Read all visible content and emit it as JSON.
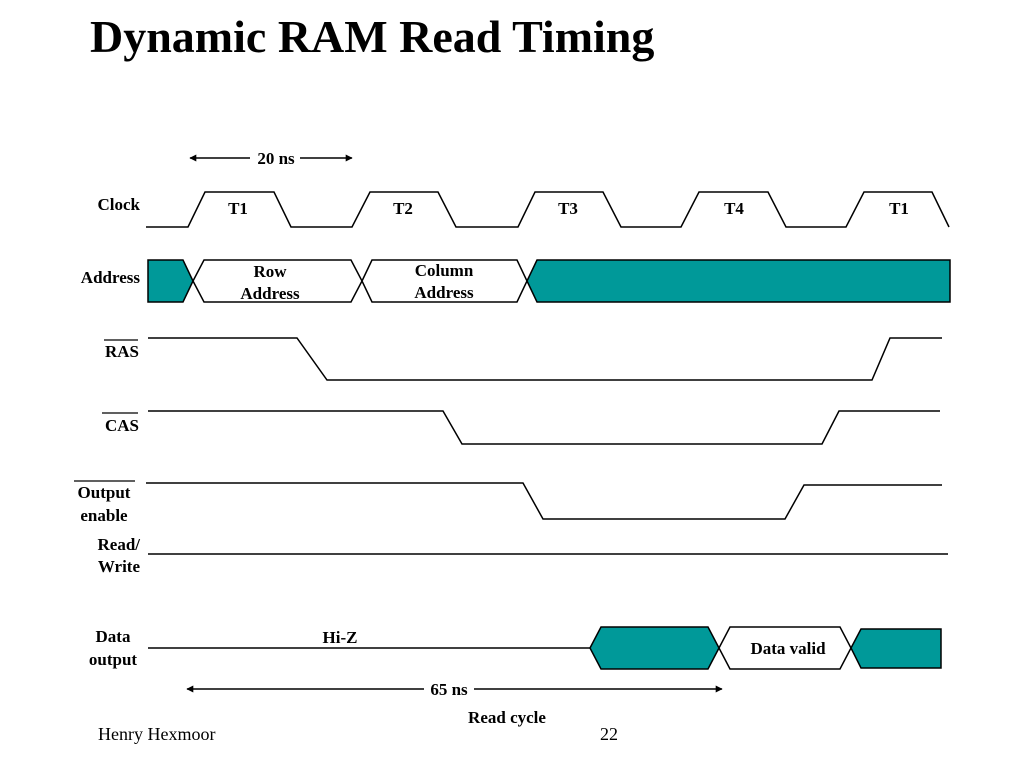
{
  "slide": {
    "title": "Dynamic RAM Read Timing",
    "author": "Henry Hexmoor",
    "page_number": "22"
  },
  "colors": {
    "fill": "#009999",
    "line": "#000000"
  },
  "timing": {
    "clock_period_label": "20 ns",
    "read_cycle_duration_label": "65 ns",
    "read_cycle_label": "Read cycle",
    "clock_cycles": [
      "T1",
      "T2",
      "T3",
      "T4",
      "T1"
    ]
  },
  "signals": {
    "clock": {
      "label": "Clock"
    },
    "address": {
      "label": "Address",
      "row_address": [
        "Row",
        "Address"
      ],
      "column_address": [
        "Column",
        "Address"
      ]
    },
    "ras": {
      "label": "RAS",
      "active_low": true
    },
    "cas": {
      "label": "CAS",
      "active_low": true
    },
    "output_enable": {
      "label": [
        "Output",
        "enable"
      ],
      "active_low": true
    },
    "read_write": {
      "label": [
        "Read/",
        "Write"
      ]
    },
    "data_output": {
      "label": [
        "Data",
        "output"
      ],
      "hi_z": "Hi-Z",
      "data_valid": "Data valid"
    }
  }
}
